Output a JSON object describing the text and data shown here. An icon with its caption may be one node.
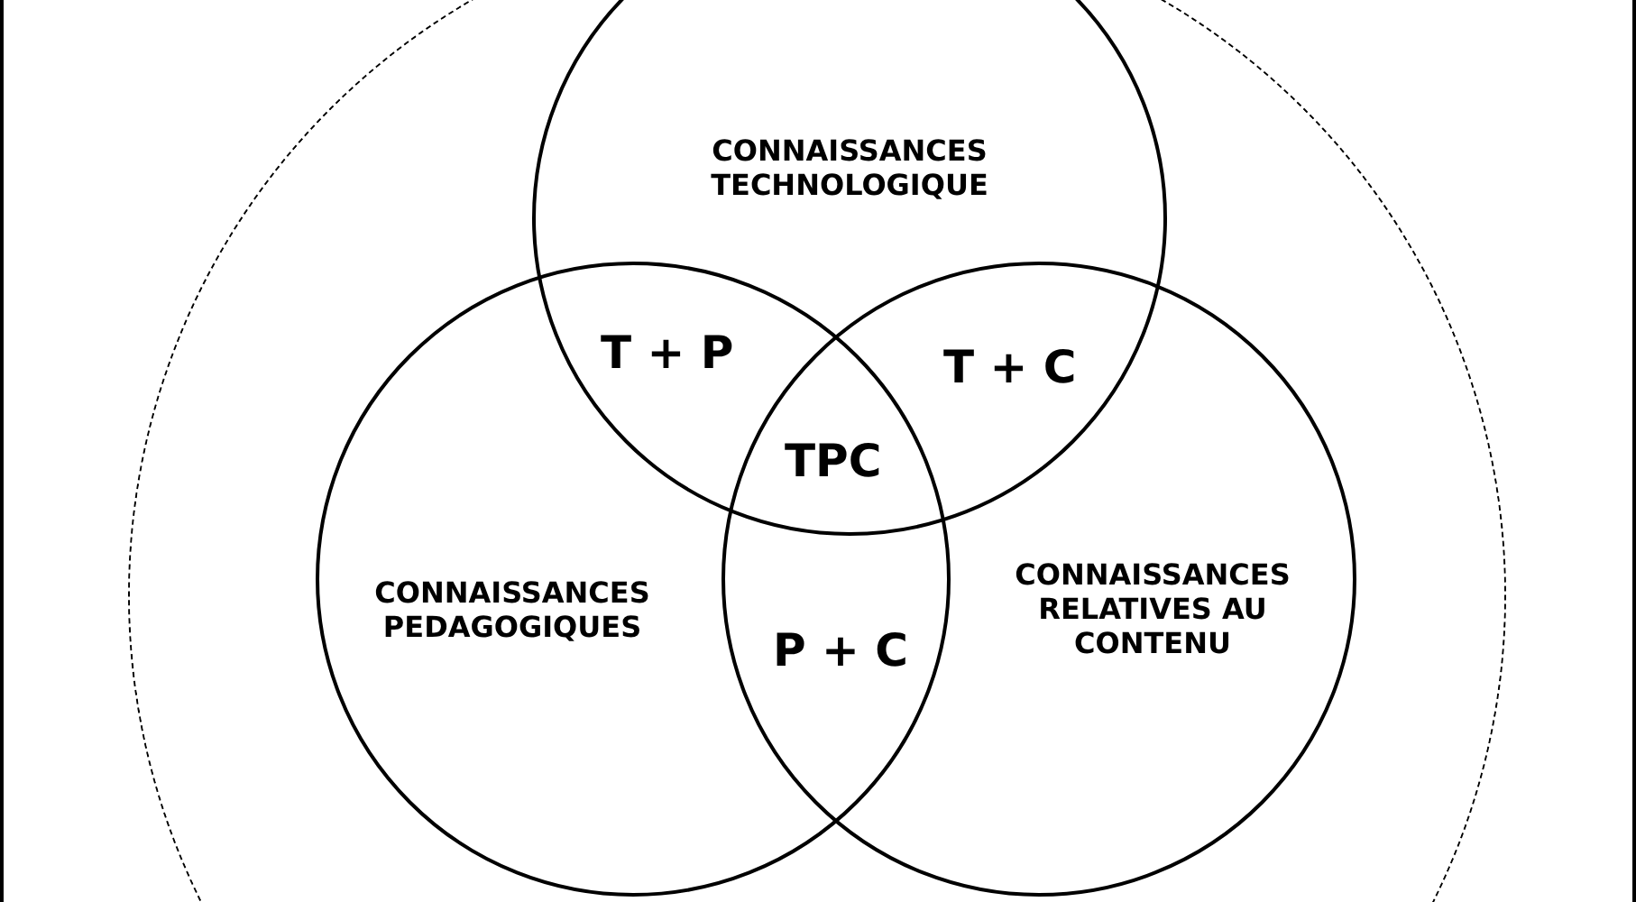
{
  "diagram": {
    "nodes": [
      {
        "text": [],
        "shape": "circle"
      },
      {
        "text": [
          "CONNAISSANCES TECHNOLOGIQUE"
        ],
        "in": 0
      },
      {
        "text": [
          "CONNAISSANCES PEDAGOGIQUES"
        ],
        "in": 0
      },
      {
        "text": [
          "CONNAISSANCES RELATIVES AU CONTENU"
        ],
        "in": 0
      }
    ],
    "labels": [
      "T + P",
      "T + C",
      "TPC",
      "P + C"
    ]
  }
}
